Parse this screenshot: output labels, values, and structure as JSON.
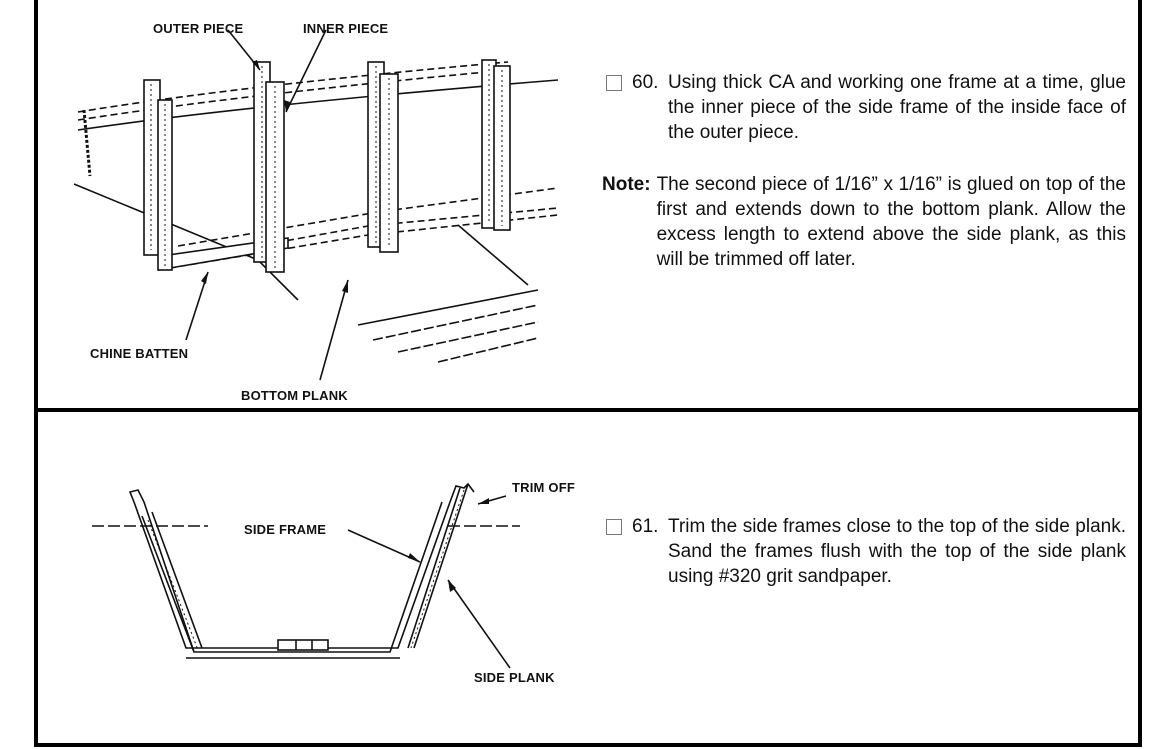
{
  "step60": {
    "number": "60.",
    "text": "Using thick CA and working one frame at a time, glue the inner piece of the side frame of the inside face of the outer piece."
  },
  "note": {
    "label": "Note:",
    "text": "The second piece of 1/16” x 1/16” is glued on top of the first and extends down to the bottom plank. Allow the excess length to extend above the side plank, as this will be trimmed off later."
  },
  "step61": {
    "number": "61.",
    "text": "Trim the side frames close to the top of the side plank. Sand the frames flush with the top of the side plank using #320 grit sandpaper."
  },
  "figure1": {
    "labels": {
      "outer_piece": "OUTER PIECE",
      "inner_piece": "INNER PIECE",
      "chine_batten": "CHINE BATTEN",
      "bottom_plank": "BOTTOM PLANK"
    }
  },
  "figure2": {
    "labels": {
      "trim_off": "TRIM OFF",
      "side_frame": "SIDE FRAME",
      "side_plank": "SIDE PLANK"
    }
  }
}
